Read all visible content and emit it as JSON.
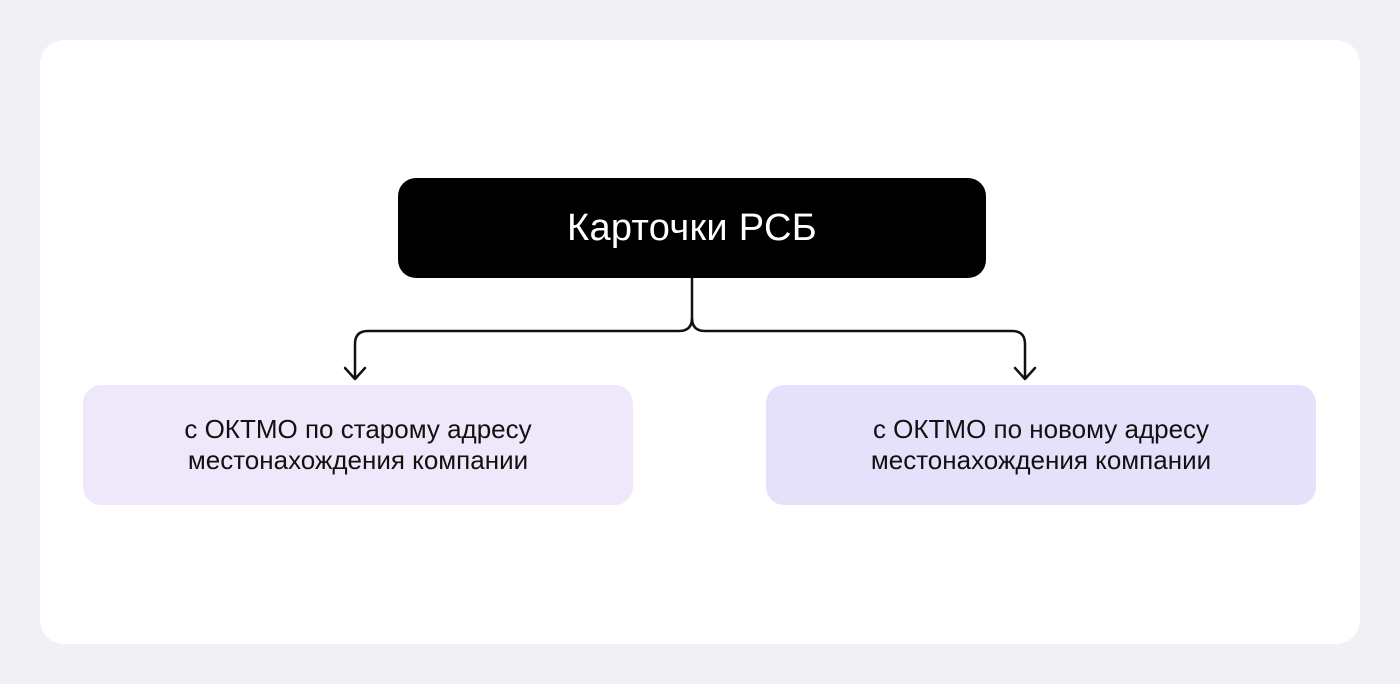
{
  "diagram": {
    "root": {
      "label": "Карточки РСБ"
    },
    "children": [
      {
        "label": "с ОКТМО по старому адресу местонахождения компании"
      },
      {
        "label": "с ОКТМО по новому адресу местонахождения компании"
      }
    ]
  },
  "colors": {
    "page_background": "#f1f1f5",
    "card_background": "#ffffff",
    "root_background": "#000000",
    "root_text": "#ffffff",
    "left_child_background": "#efe8fb",
    "right_child_background": "#e6e1fa",
    "connector": "#111111"
  }
}
